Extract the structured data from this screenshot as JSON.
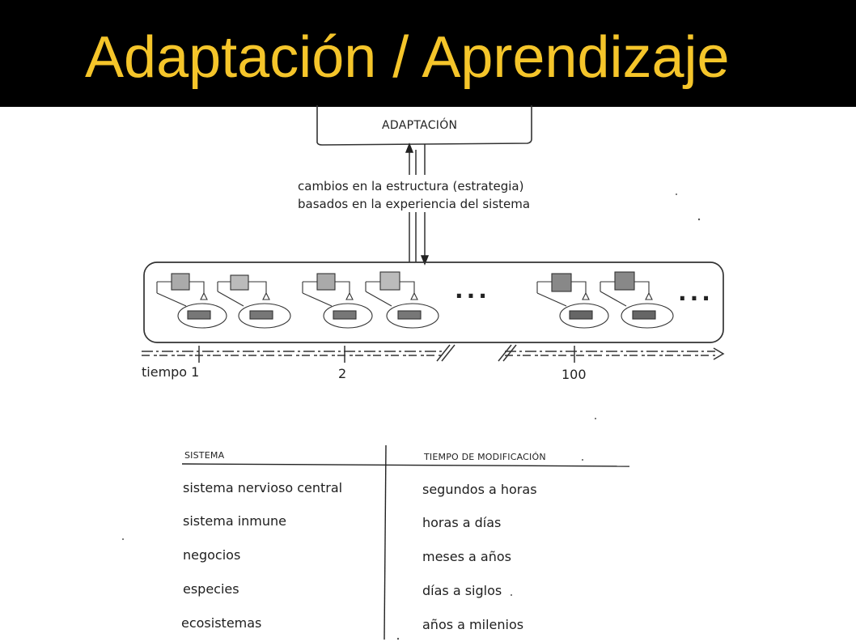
{
  "slide": {
    "title": "Adaptación / Aprendizaje",
    "title_color": "#f5c52a",
    "title_bar_color": "#000000"
  },
  "diagram": {
    "top_box_label": "ADAPTACIÓN",
    "arrow_caption": [
      "cambios en la estructura (estrategia)",
      "basados en la experiencia del sistema"
    ],
    "ellipsis": "...",
    "timeline": {
      "labels": [
        "tiempo 1",
        "2",
        "100"
      ]
    }
  },
  "table": {
    "headers": [
      "SISTEMA",
      "TIEMPO DE MODIFICACIÓN"
    ],
    "rows": [
      [
        "sistema nervioso central",
        "segundos a horas"
      ],
      [
        "sistema inmune",
        "horas a días"
      ],
      [
        "negocios",
        "meses a años"
      ],
      [
        "especies",
        "días a siglos"
      ],
      [
        "ecosistemas",
        "años a milenios"
      ]
    ]
  }
}
